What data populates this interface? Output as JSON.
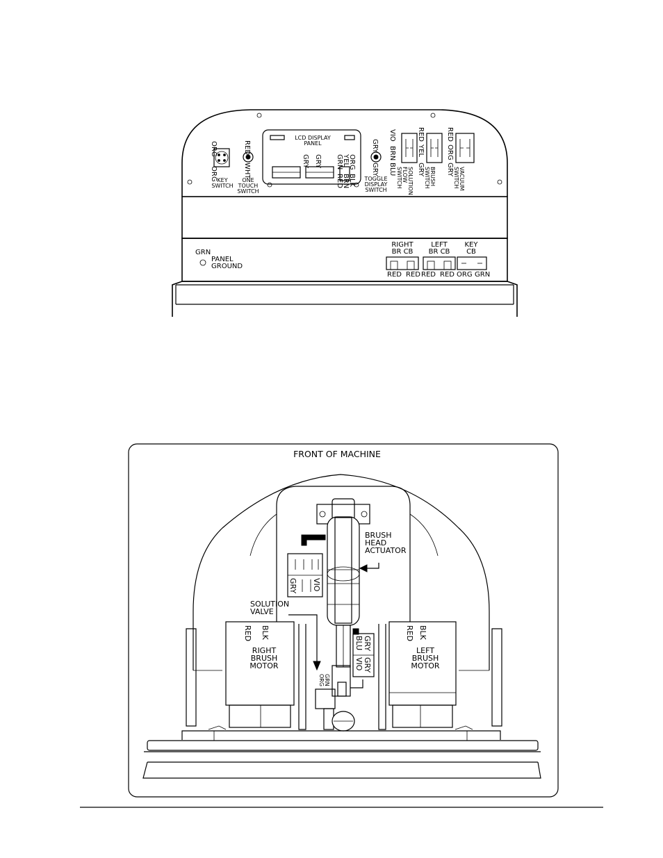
{
  "top_panel": {
    "key_switch": {
      "wire_top": "ORG",
      "wire_bottom": "ORG",
      "label": "KEY\nSWITCH"
    },
    "one_touch_switch": {
      "wires": [
        "RED",
        "WHT"
      ],
      "label": "ONE\nTOUCH\nSWITCH"
    },
    "lcd_display": {
      "label": "LCD DISPLAY\nPANEL",
      "wires_left": [
        "GRY",
        "GRY"
      ],
      "wires_right": [
        "GRN",
        "YEL",
        "ORG",
        "RED",
        "BRN",
        "BLK"
      ]
    },
    "toggle_display_switch": {
      "wires": [
        "GRY",
        "GRY"
      ],
      "label": "TOGGLE\nDISPLAY\nSWITCH"
    },
    "solution_flow_switch": {
      "wires_top": [
        "VIO",
        "BRN",
        "BLU"
      ],
      "label": "SOLUTION\nFLOW\nSWITCH"
    },
    "brush_switch": {
      "wires_top": [
        "RED",
        "YEL",
        "GRY"
      ],
      "label": "BRUSH\nSWITCH"
    },
    "vacuum_switch": {
      "wires_top": [
        "RED",
        "ORG",
        "GRY"
      ],
      "label": "VACUUM\nSWITCH"
    },
    "panel_ground": {
      "wire": "GRN",
      "label": "PANEL\nGROUND"
    },
    "right_br_cb": {
      "label": "RIGHT\nBR CB",
      "wires": [
        "RED",
        "RED"
      ]
    },
    "left_br_cb": {
      "label": "LEFT\nBR CB",
      "wires": [
        "RED",
        "RED"
      ]
    },
    "key_cb": {
      "label": "KEY\nCB",
      "wires": [
        "ORG",
        "GRN"
      ]
    }
  },
  "bottom_view": {
    "title": "FRONT OF MACHINE",
    "brush_head_actuator": "BRUSH\nHEAD\nACTUATOR",
    "solution_valve": "SOLUTION\nVALVE",
    "actuator_connector_wires": [
      "GRY",
      "VIO"
    ],
    "valve_wires": [
      "ORG",
      "GRN"
    ],
    "center_connector_wires": [
      "BLU",
      "GRY",
      "VIO",
      "GRY"
    ],
    "right_brush_motor": {
      "label": "RIGHT\nBRUSH\nMOTOR",
      "wires": [
        "RED",
        "BLK"
      ]
    },
    "left_brush_motor": {
      "label": "LEFT\nBRUSH\nMOTOR",
      "wires": [
        "RED",
        "BLK"
      ]
    }
  }
}
